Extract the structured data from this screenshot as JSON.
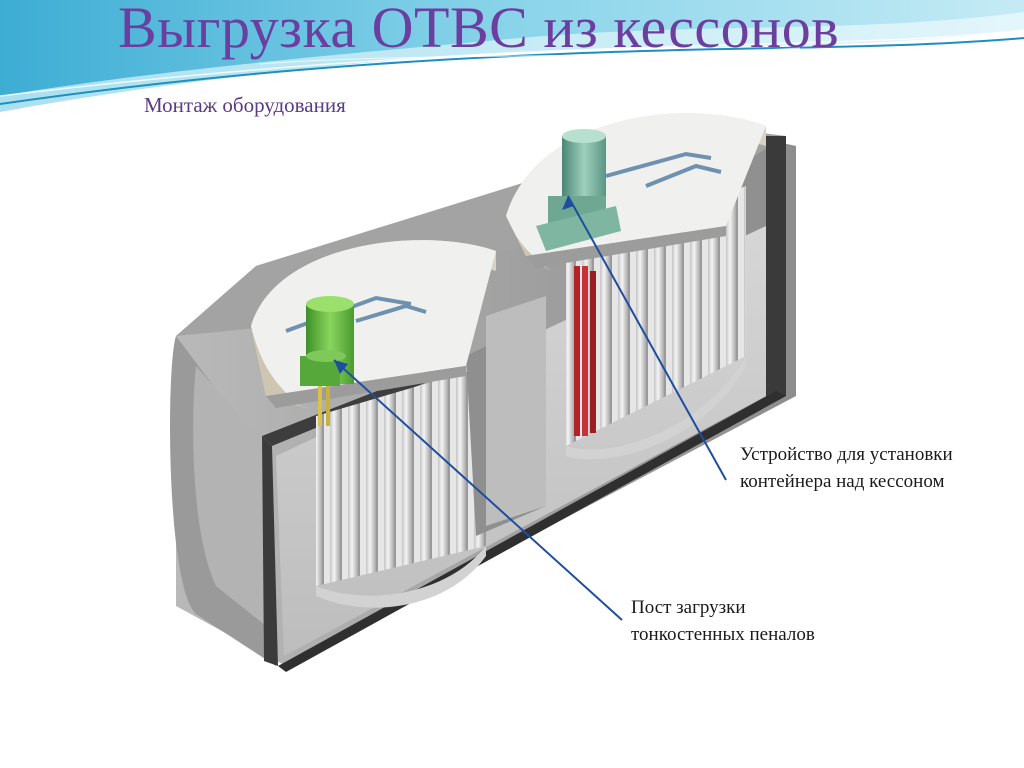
{
  "slide": {
    "title": "Выгрузка ОТВС из кессонов",
    "subtitle": "Монтаж оборудования"
  },
  "illustration": {
    "icon": "caisson-cutaway-illustration"
  },
  "callouts": [
    {
      "line1": "Устройство для установки",
      "line2": "контейнера над кессоном"
    },
    {
      "line1": "Пост загрузки",
      "line2": "тонкостенных пеналов"
    }
  ],
  "colors": {
    "title": "#6b3ea0",
    "header_wave": "#4fb8d8",
    "leader_line": "#1f4e9e",
    "device_green": "#5fae3e",
    "device_teal": "#6aa592",
    "rods_red": "#b0242a"
  }
}
